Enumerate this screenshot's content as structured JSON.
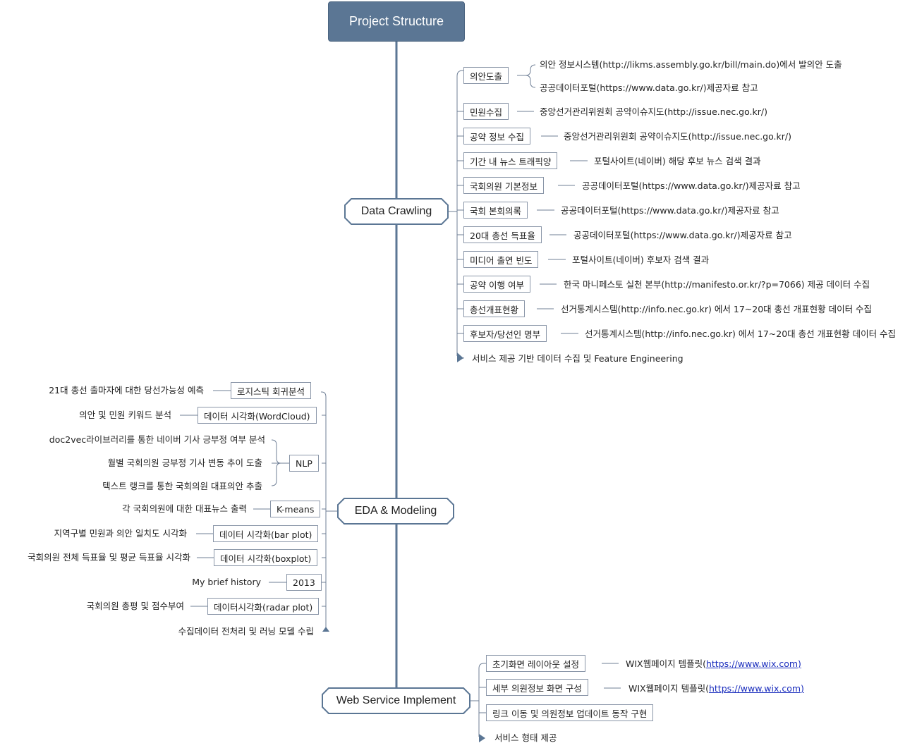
{
  "root": "Project Structure",
  "main_nodes": {
    "data_crawling": "Data Crawling",
    "eda_modeling": "EDA & Modeling",
    "web_service": "Web Service Implement"
  },
  "data_crawling": {
    "items": [
      {
        "label": "의안도출",
        "details": [
          "의안 정보시스템(http://likms.assembly.go.kr/bill/main.do)에서 발의안 도출",
          "공공데이터포털(https://www.data.go.kr/)제공자료 참고"
        ]
      },
      {
        "label": "민원수집",
        "details": [
          "중앙선거관리위원회 공약이슈지도(http://issue.nec.go.kr/)"
        ]
      },
      {
        "label": "공약 정보 수집",
        "details": [
          "중앙선거관리위원회 공약이슈지도(http://issue.nec.go.kr/)"
        ]
      },
      {
        "label": "기간 내 뉴스 트래픽양",
        "details": [
          "포털사이트(네이버) 해당 후보 뉴스 검색 결과"
        ]
      },
      {
        "label": "국회의원 기본정보",
        "details": [
          "공공데이터포털(https://www.data.go.kr/)제공자료 참고"
        ]
      },
      {
        "label": "국회 본회의록",
        "details": [
          "공공데이터포털(https://www.data.go.kr/)제공자료 참고"
        ]
      },
      {
        "label": "20대 총선 득표율",
        "details": [
          "공공데이터포털(https://www.data.go.kr/)제공자료 참고"
        ]
      },
      {
        "label": "미디어 출연 빈도",
        "details": [
          "포털사이트(네이버) 후보자 검색 결과"
        ]
      },
      {
        "label": "공약 이행 여부",
        "details": [
          "한국 마니페스토 실천 본부(http://manifesto.or.kr/?p=7066) 제공 데이터 수집"
        ]
      },
      {
        "label": "총선개표현황",
        "details": [
          "선거통계시스템(http://info.nec.go.kr) 에서 17~20대 총선 개표현황 데이터 수집"
        ]
      },
      {
        "label": "후보자/당선인 명부",
        "details": [
          "선거통계시스템(http://info.nec.go.kr) 에서 17~20대 총선 개표현황 데이터 수집"
        ]
      }
    ],
    "summary": "서비스 제공 기반 데이터 수집 및 Feature Engineering"
  },
  "eda": {
    "items": [
      {
        "label": "로지스틱 회귀분석",
        "details": [
          "21대 총선 출마자에 대한 당선가능성 예측"
        ]
      },
      {
        "label": "데이터 시각화(WordCloud)",
        "details": [
          "의안 및 민원 키워드 분석"
        ]
      },
      {
        "label": "NLP",
        "details": [
          "doc2vec라이브러리를 통한 네이버 기사 긍부정 여부 분석",
          "월별 국회의원 긍부정 기사 변동 추이 도출",
          "텍스트 랭크를 통한 국회의원 대표의안 추출"
        ]
      },
      {
        "label": "K-means",
        "details": [
          "각 국회의원에 대한 대표뉴스 출력"
        ]
      },
      {
        "label": "데이터 시각화(bar plot)",
        "details": [
          "지역구별  민원과 의안 일치도 시각화"
        ]
      },
      {
        "label": "데이터 시각화(boxplot)",
        "details": [
          "국회의원 전체 득표율 및 평균 득표율 시각화"
        ]
      },
      {
        "label": "2013",
        "details": [
          "My brief history"
        ]
      },
      {
        "label": "데이터시각화(radar plot)",
        "details": [
          "국회의원 총평 및 점수부여"
        ]
      }
    ],
    "summary": "수집데이터 전처리 및 러닝 모델 수립"
  },
  "web": {
    "items": [
      {
        "label": "초기화면 레이아웃 설정",
        "detail_text": "WIX웹페이지 템플릿(",
        "detail_link": "https://www.wix.com)"
      },
      {
        "label": "세부 의원정보 화면 구성",
        "detail_text": "WIX웹페이지 템플릿(",
        "detail_link": "https://www.wix.com)"
      },
      {
        "label": "링크 이동 및 의원정보 업데이트 동작 구현"
      }
    ],
    "summary": "서비스 형태 제공"
  }
}
